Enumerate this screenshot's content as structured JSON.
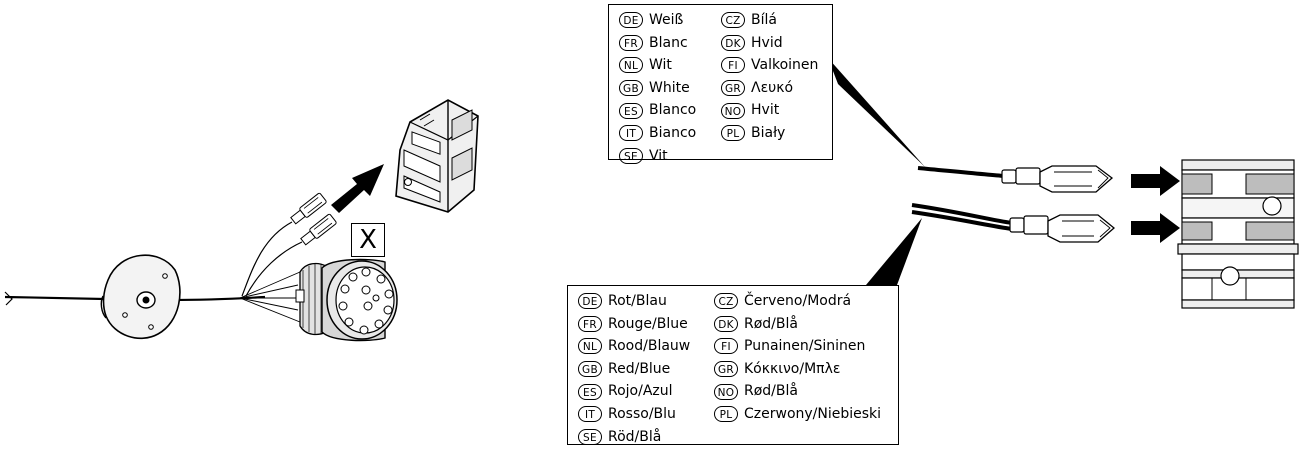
{
  "mark_label": "X",
  "legend_white": {
    "left": [
      {
        "code": "DE",
        "label": "Weiß"
      },
      {
        "code": "FR",
        "label": "Blanc"
      },
      {
        "code": "NL",
        "label": "Wit"
      },
      {
        "code": "GB",
        "label": "White"
      },
      {
        "code": "ES",
        "label": "Blanco"
      },
      {
        "code": "IT",
        "label": "Bianco"
      },
      {
        "code": "SE",
        "label": "Vit"
      }
    ],
    "right": [
      {
        "code": "CZ",
        "label": "Bílá"
      },
      {
        "code": "DK",
        "label": "Hvid"
      },
      {
        "code": "FI",
        "label": "Valkoinen"
      },
      {
        "code": "GR",
        "label": "Λευκό"
      },
      {
        "code": "NO",
        "label": "Hvit"
      },
      {
        "code": "PL",
        "label": "Biały"
      }
    ]
  },
  "legend_redblue": {
    "left": [
      {
        "code": "DE",
        "label": "Rot/Blau"
      },
      {
        "code": "FR",
        "label": "Rouge/Blue"
      },
      {
        "code": "NL",
        "label": "Rood/Blauw"
      },
      {
        "code": "GB",
        "label": "Red/Blue"
      },
      {
        "code": "ES",
        "label": "Rojo/Azul"
      },
      {
        "code": "IT",
        "label": "Rosso/Blu"
      },
      {
        "code": "SE",
        "label": "Röd/Blå"
      }
    ],
    "right": [
      {
        "code": "CZ",
        "label": "Červeno/Modrá"
      },
      {
        "code": "DK",
        "label": "Rød/Blå"
      },
      {
        "code": "FI",
        "label": "Punainen/Sininen"
      },
      {
        "code": "GR",
        "label": "Κόκκινο/Μπλε"
      },
      {
        "code": "NO",
        "label": "Rød/Blå"
      },
      {
        "code": "PL",
        "label": "Czerwony/Niebieski"
      }
    ]
  }
}
